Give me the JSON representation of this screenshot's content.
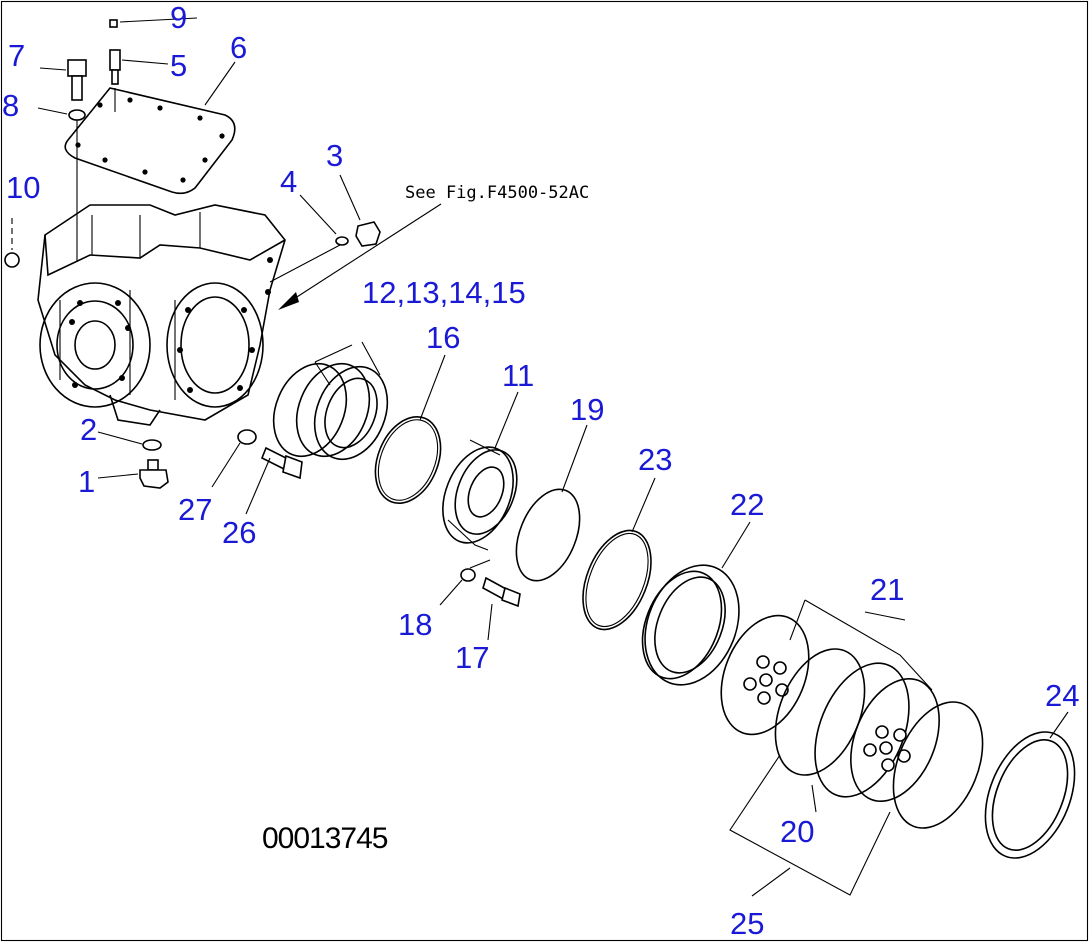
{
  "reference_note": "See Fig.F4500-52AC",
  "illustration_number": "00013745",
  "callouts": {
    "c1": "1",
    "c2": "2",
    "c3": "3",
    "c4": "4",
    "c5": "5",
    "c6": "6",
    "c7": "7",
    "c8": "8",
    "c9": "9",
    "c10": "10",
    "c11": "11",
    "c12_15": "12,13,14,15",
    "c16": "16",
    "c17": "17",
    "c18": "18",
    "c19": "19",
    "c20": "20",
    "c21": "21",
    "c22": "22",
    "c23": "23",
    "c24": "24",
    "c25": "25",
    "c26": "26",
    "c27": "27"
  }
}
